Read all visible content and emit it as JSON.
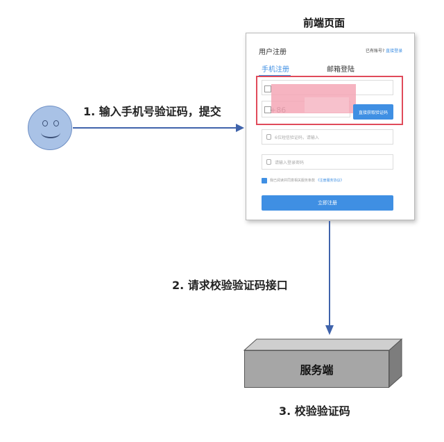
{
  "steps": {
    "step1": "1. 输入手机号验证码，提交",
    "step2": "2. 请求校验验证码接口",
    "step3": "3. 校验验证码"
  },
  "frontend": {
    "title": "前端页面",
    "form": {
      "title": "用户注册",
      "login_hint": "已有账号?",
      "login_link": "直接登录",
      "tabs": [
        "手机注册",
        "邮箱登陆"
      ],
      "active_tab": 0,
      "country_code": "+86",
      "send_code_button": "直接获取验证码",
      "sms_placeholder": "6位短信验证码，请输入",
      "password_placeholder": "请输入登录密码",
      "agreement_text": "我已阅读并同意相关服务条款",
      "agreement_link": "《注册服务协议》",
      "submit_button": "立即注册"
    }
  },
  "server": {
    "label": "服务端"
  },
  "colors": {
    "arrow": "#3f63ab",
    "highlight": "#e04a5a",
    "primary": "#3f8fe3",
    "server_box": "#a6a6a6"
  }
}
